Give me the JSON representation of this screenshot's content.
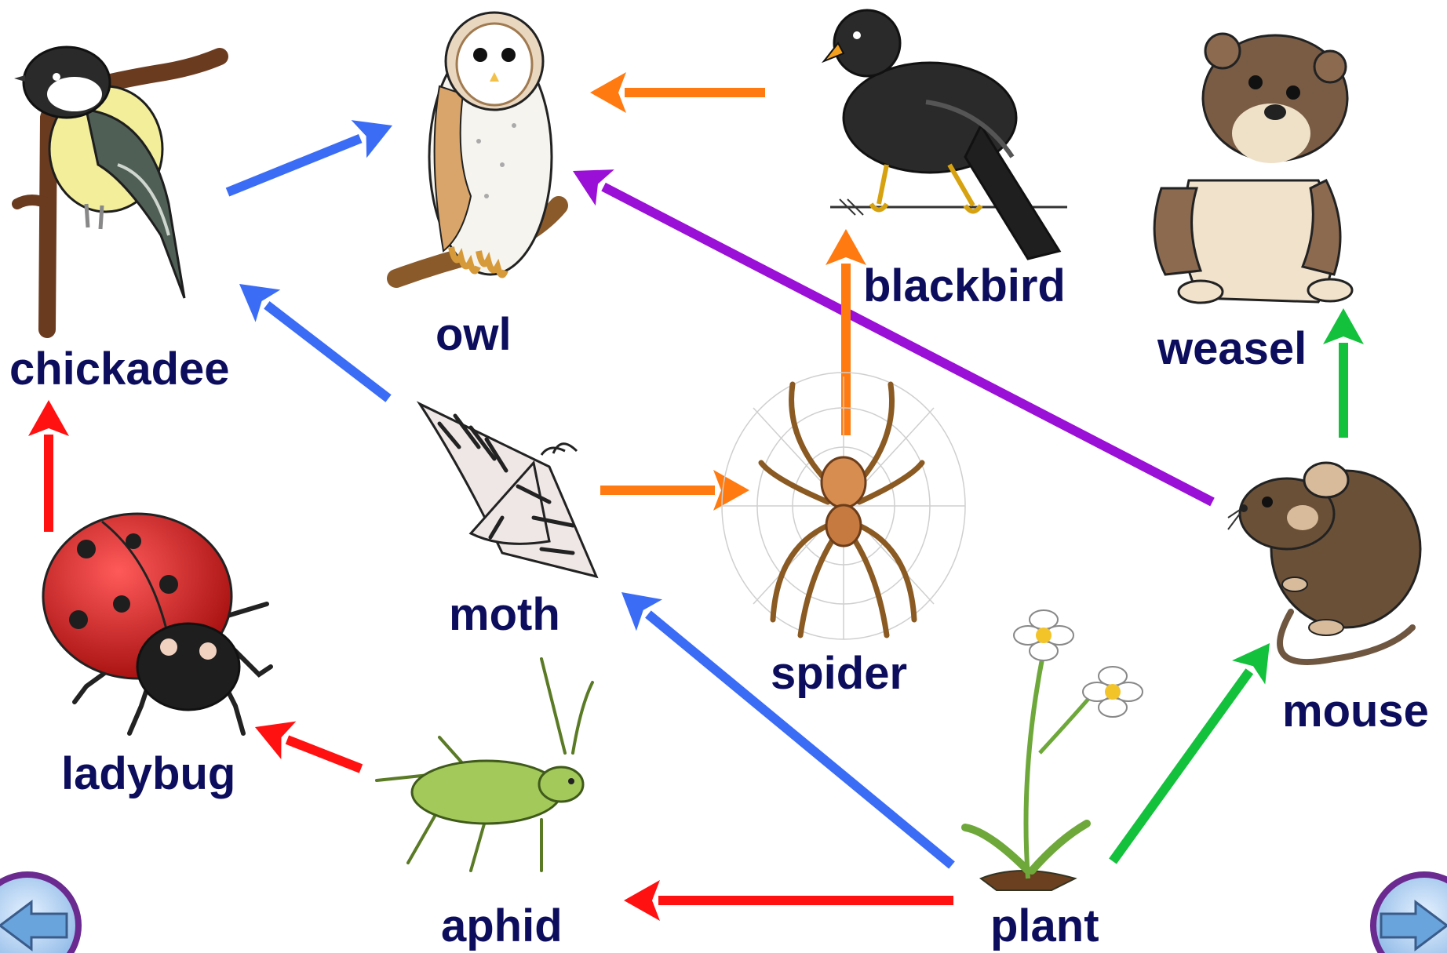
{
  "colors": {
    "label": "#0d0d5e",
    "arrow_red": "#ff1111",
    "arrow_blue": "#3b6cf5",
    "arrow_orange": "#ff7a10",
    "arrow_green": "#14c13c",
    "arrow_purple": "#9b10d6"
  },
  "organisms": {
    "chickadee": "chickadee",
    "owl": "owl",
    "blackbird": "blackbird",
    "weasel": "weasel",
    "moth": "moth",
    "spider": "spider",
    "mouse": "mouse",
    "ladybug": "ladybug",
    "aphid": "aphid",
    "plant": "plant"
  },
  "food_web_links": [
    {
      "from": "chickadee",
      "to": "owl",
      "color": "blue"
    },
    {
      "from": "blackbird",
      "to": "owl",
      "color": "orange"
    },
    {
      "from": "mouse",
      "to": "owl",
      "color": "purple"
    },
    {
      "from": "moth",
      "to": "chickadee",
      "color": "blue"
    },
    {
      "from": "ladybug",
      "to": "chickadee",
      "color": "red"
    },
    {
      "from": "moth",
      "to": "spider",
      "color": "orange"
    },
    {
      "from": "spider",
      "to": "blackbird",
      "color": "orange"
    },
    {
      "from": "mouse",
      "to": "weasel",
      "color": "green"
    },
    {
      "from": "aphid",
      "to": "ladybug",
      "color": "red"
    },
    {
      "from": "plant",
      "to": "moth",
      "color": "blue"
    },
    {
      "from": "plant",
      "to": "aphid",
      "color": "red"
    },
    {
      "from": "plant",
      "to": "mouse",
      "color": "green"
    }
  ],
  "nav": {
    "back_icon": "left-arrow-icon",
    "forward_icon": "right-arrow-icon"
  }
}
